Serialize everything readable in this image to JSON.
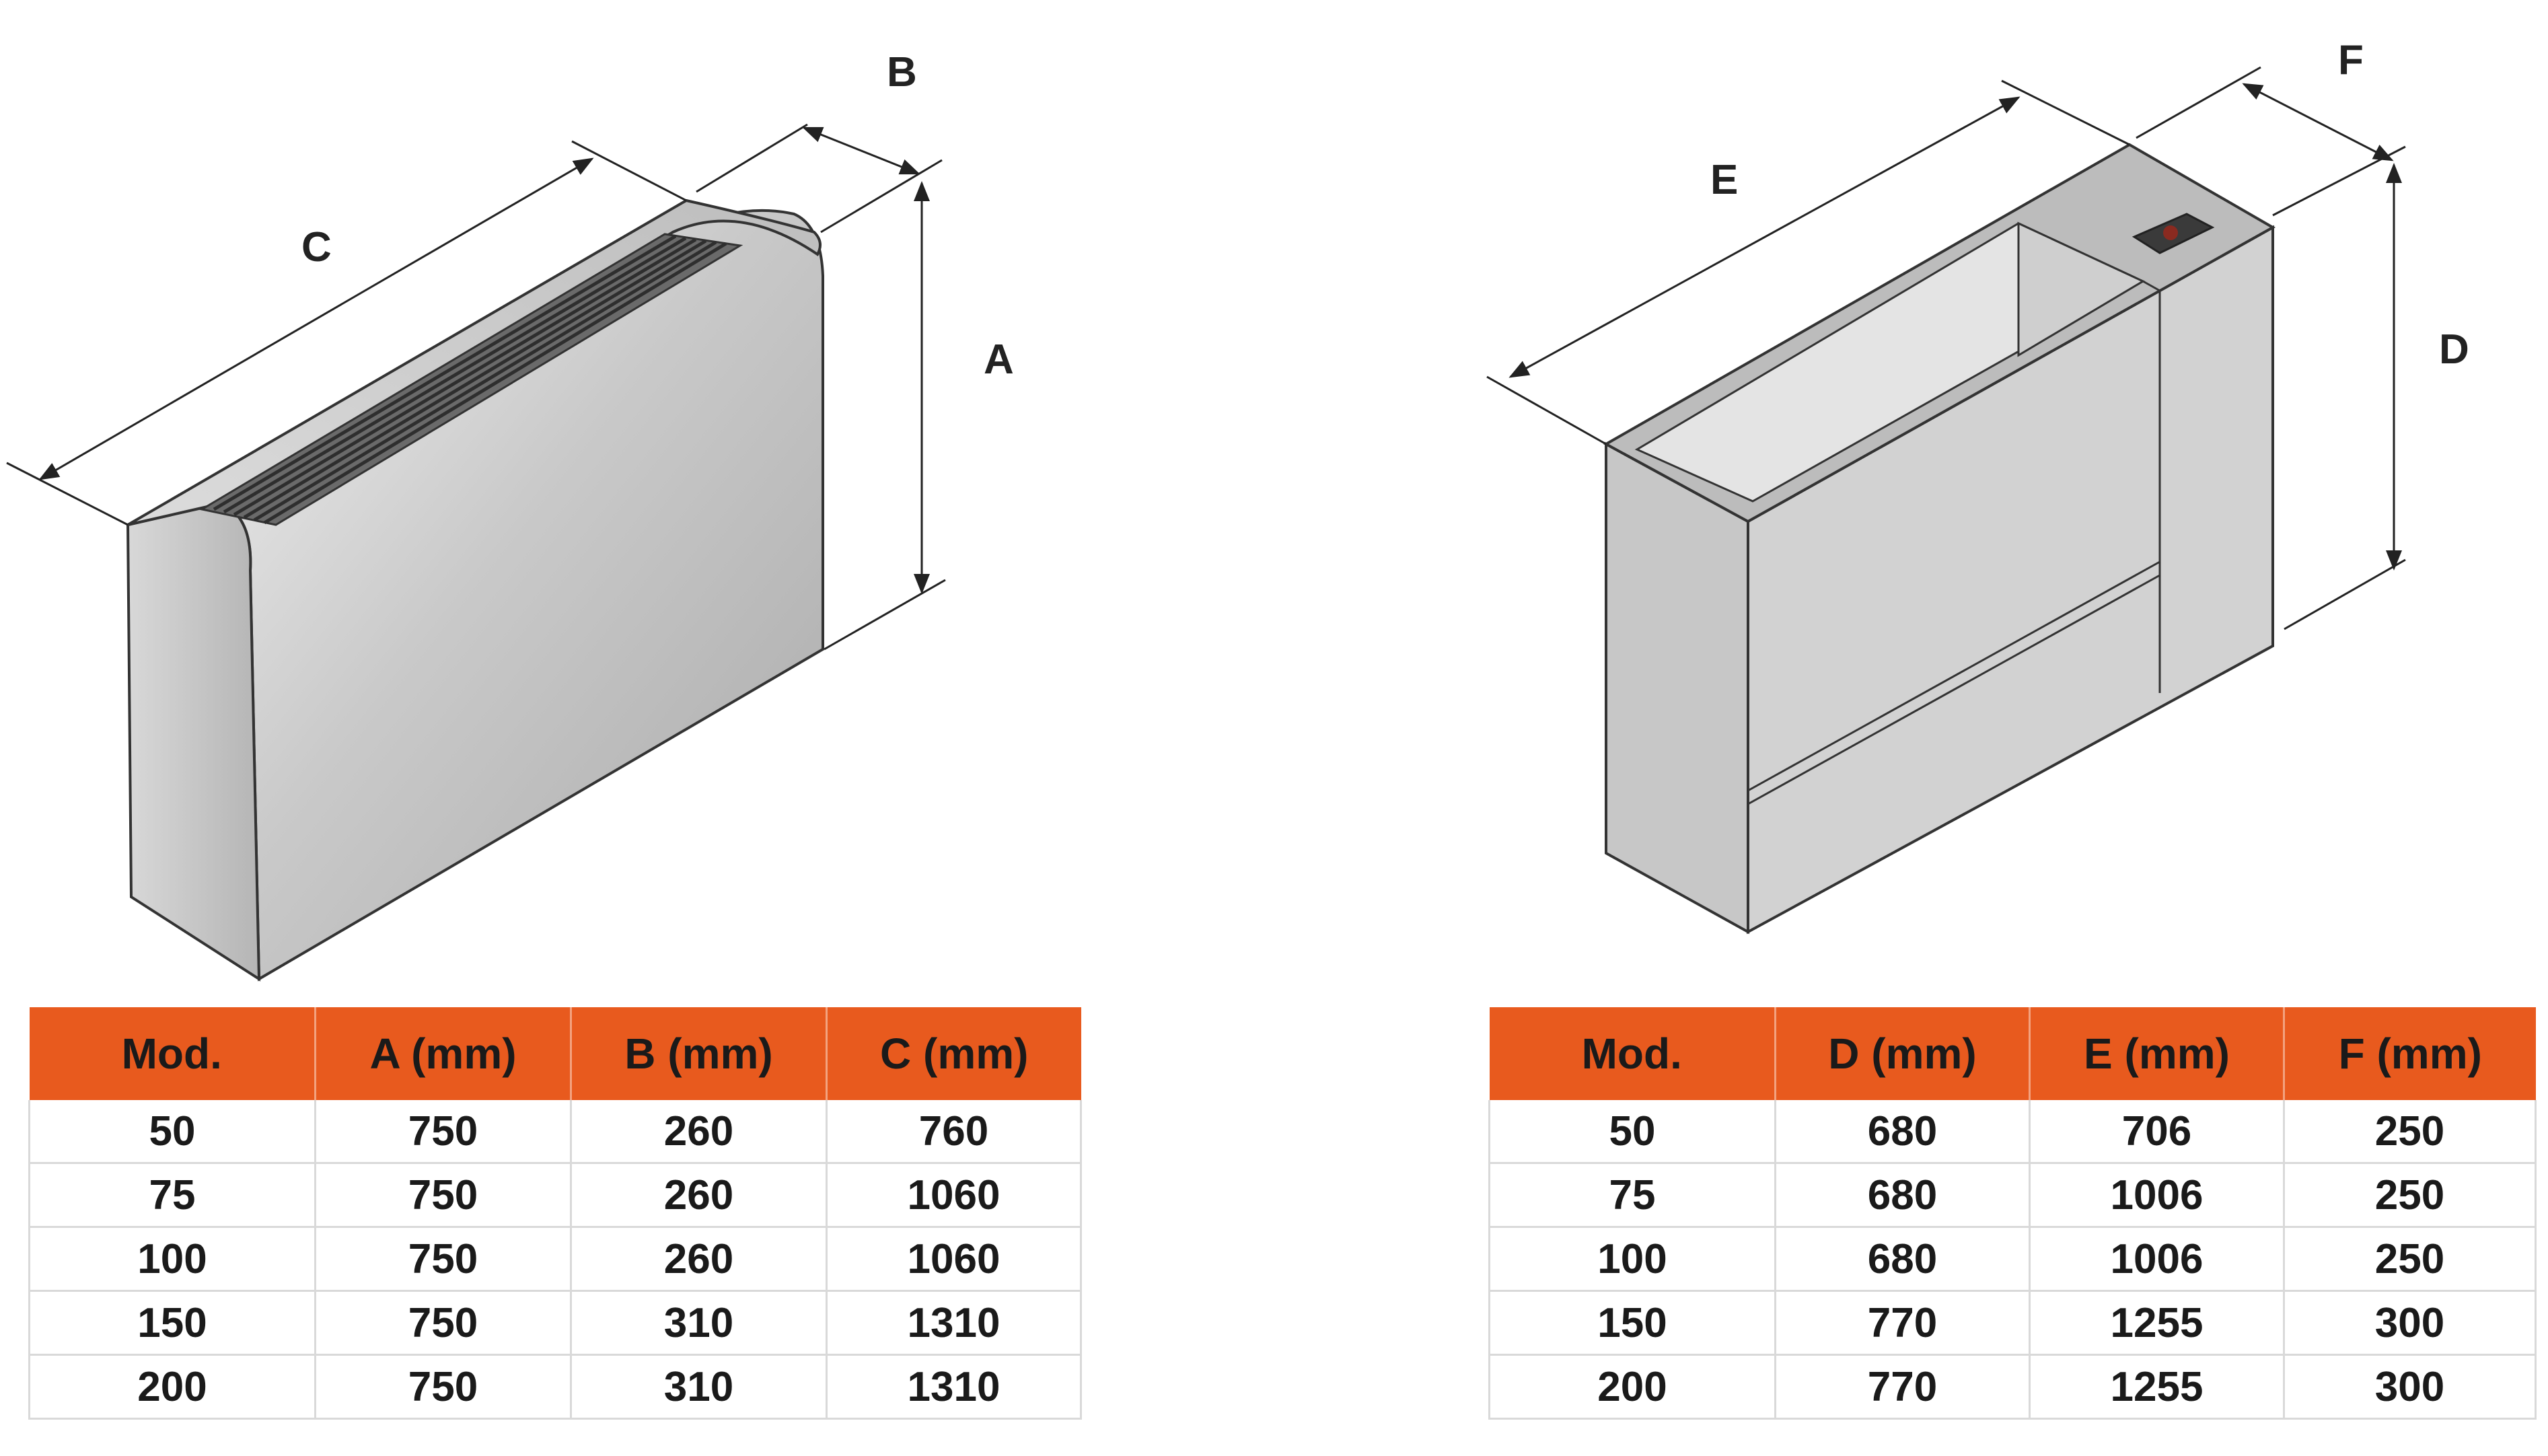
{
  "left_unit": {
    "labels": {
      "a": "A",
      "b": "B",
      "c": "C"
    },
    "table": {
      "headers": [
        "Mod.",
        "A (mm)",
        "B (mm)",
        "C (mm)"
      ],
      "rows": [
        [
          "50",
          "750",
          "260",
          "760"
        ],
        [
          "75",
          "750",
          "260",
          "1060"
        ],
        [
          "100",
          "750",
          "260",
          "1060"
        ],
        [
          "150",
          "750",
          "310",
          "1310"
        ],
        [
          "200",
          "750",
          "310",
          "1310"
        ]
      ]
    }
  },
  "right_unit": {
    "labels": {
      "d": "D",
      "e": "E",
      "f": "F"
    },
    "table": {
      "headers": [
        "Mod.",
        "D (mm)",
        "E (mm)",
        "F (mm)"
      ],
      "rows": [
        [
          "50",
          "680",
          "706",
          "250"
        ],
        [
          "75",
          "680",
          "1006",
          "250"
        ],
        [
          "100",
          "680",
          "1006",
          "250"
        ],
        [
          "150",
          "770",
          "1255",
          "300"
        ],
        [
          "200",
          "770",
          "1255",
          "300"
        ]
      ]
    }
  },
  "colors": {
    "header_bg": "#e85a1e",
    "grid": "#d9d9d9"
  }
}
